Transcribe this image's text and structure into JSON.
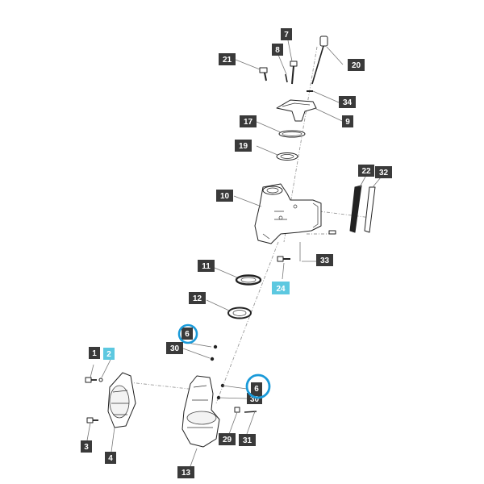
{
  "colors": {
    "label_dark": "#3a3a3a",
    "label_highlight": "#5cc8e0",
    "circle_highlight": "#1a9ad9"
  },
  "labels": {
    "l1": "1",
    "l2": "2",
    "l3": "3",
    "l4": "4",
    "l6a": "6",
    "l6b": "6",
    "l7": "7",
    "l8": "8",
    "l9": "9",
    "l10": "10",
    "l11": "11",
    "l12": "12",
    "l13": "13",
    "l17": "17",
    "l19": "19",
    "l20": "20",
    "l21": "21",
    "l22": "22",
    "l24": "24",
    "l29": "29",
    "l30a": "30",
    "l30b": "30",
    "l31": "31",
    "l32": "32",
    "l33": "33",
    "l34": "34"
  },
  "highlighted_labels": [
    "2",
    "24"
  ],
  "circled_labels": [
    "6",
    "6"
  ]
}
